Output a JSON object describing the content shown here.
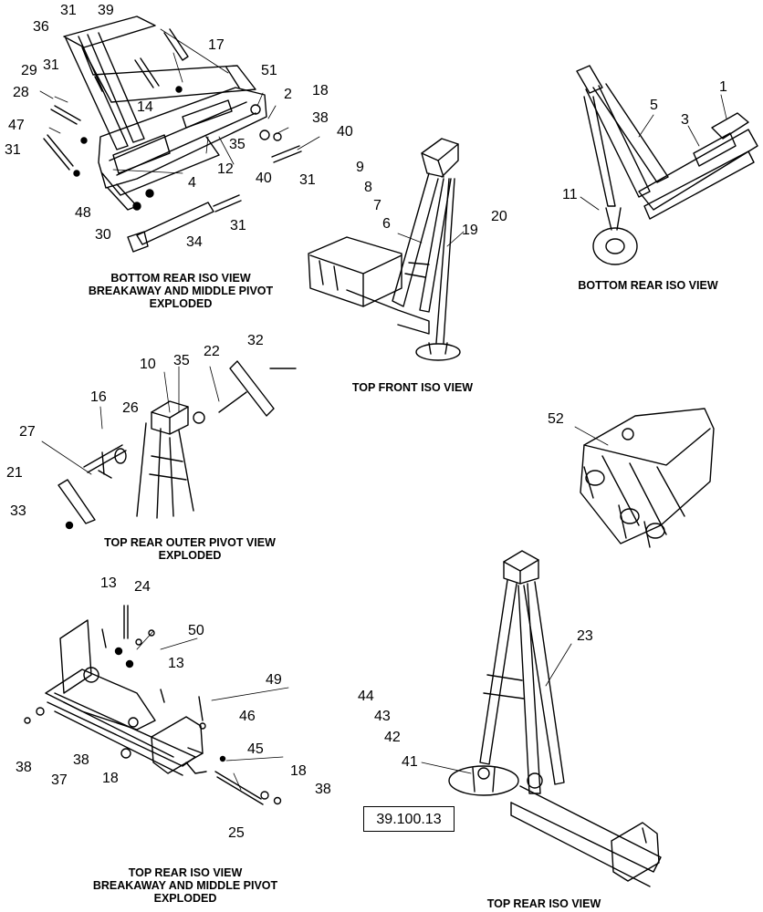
{
  "captions": {
    "bottom_rear_exploded": [
      "BOTTOM REAR ISO VIEW",
      "BREAKAWAY AND MIDDLE PIVOT",
      "EXPLODED"
    ],
    "top_front": [
      "TOP FRONT ISO VIEW"
    ],
    "bottom_rear": [
      "BOTTOM REAR ISO VIEW"
    ],
    "top_rear_outer_pivot": [
      "TOP REAR OUTER PIVOT VIEW",
      "EXPLODED"
    ],
    "top_rear_exploded": [
      "TOP REAR ISO VIEW",
      "BREAKAWAY AND MIDDLE PIVOT",
      "EXPLODED"
    ],
    "top_rear": [
      "TOP REAR ISO VIEW"
    ]
  },
  "reference_box": "39.100.13",
  "callouts": {
    "c31a": "31",
    "c39": "39",
    "c36": "36",
    "c17": "17",
    "c31b": "31",
    "c29": "29",
    "c51": "51",
    "c28": "28",
    "c14": "14",
    "c2": "2",
    "c18a": "18",
    "c47": "47",
    "c38a": "38",
    "c35a": "35",
    "c40a": "40",
    "c31c": "31",
    "c12": "12",
    "c31d": "31",
    "c40b": "40",
    "c4": "4",
    "c48": "48",
    "c31e": "31",
    "c30": "30",
    "c34": "34",
    "c9": "9",
    "c8": "8",
    "c7": "7",
    "c6": "6",
    "c19": "19",
    "c20": "20",
    "c1": "1",
    "c5": "5",
    "c3": "3",
    "c11": "11",
    "c32": "32",
    "c10": "10",
    "c35b": "35",
    "c22": "22",
    "c16": "16",
    "c26": "26",
    "c27": "27",
    "c21": "21",
    "c33": "33",
    "c52": "52",
    "c13a": "13",
    "c24": "24",
    "c50": "50",
    "c13b": "13",
    "c49": "49",
    "c46": "46",
    "c45": "45",
    "c38b": "38",
    "c37": "37",
    "c38c": "38",
    "c18b": "18",
    "c18c": "18",
    "c38d": "38",
    "c25": "25",
    "c23": "23",
    "c44": "44",
    "c43": "43",
    "c42": "42",
    "c41": "41"
  }
}
